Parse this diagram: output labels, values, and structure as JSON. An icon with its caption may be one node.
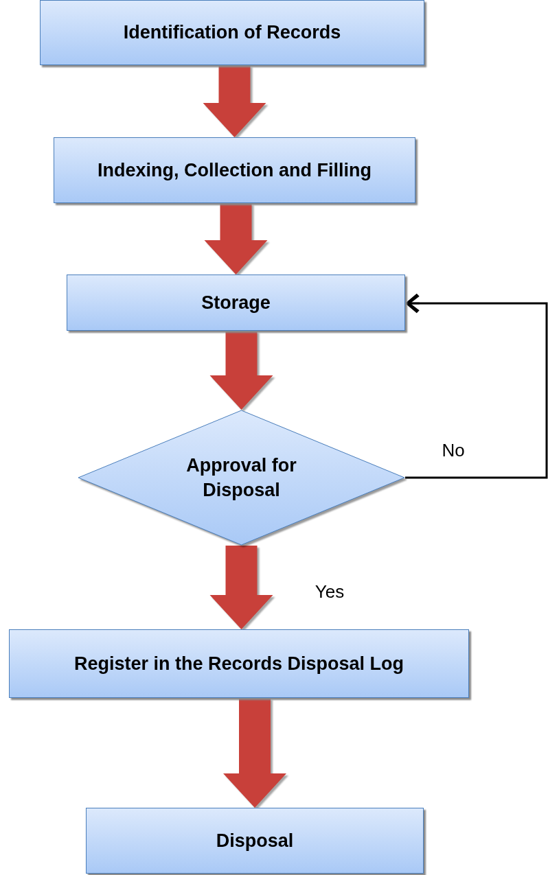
{
  "diagram": {
    "nodes": [
      {
        "text": [
          "Identification of Records"
        ]
      },
      {
        "text": [
          "Indexing, Collection and Filling"
        ]
      },
      {
        "text": [
          "Storage"
        ]
      },
      {
        "text": [
          "Approval for Disposal"
        ]
      },
      {
        "text": [
          "Register in the Records Disposal Log"
        ]
      },
      {
        "text": [
          "Disposal"
        ]
      }
    ],
    "edges": [
      {
        "from": 0,
        "to": 1,
        "arrow": "to"
      },
      {
        "from": 1,
        "to": 2,
        "arrow": "to"
      },
      {
        "from": 2,
        "to": 3,
        "arrow": "to"
      },
      {
        "from": 3,
        "to": 4,
        "arrow": "to",
        "label": "Yes"
      },
      {
        "from": 4,
        "to": 5,
        "arrow": "to"
      },
      {
        "from": 3,
        "to": 2,
        "arrow": "to",
        "label": "No",
        "color": "#000000"
      }
    ]
  }
}
